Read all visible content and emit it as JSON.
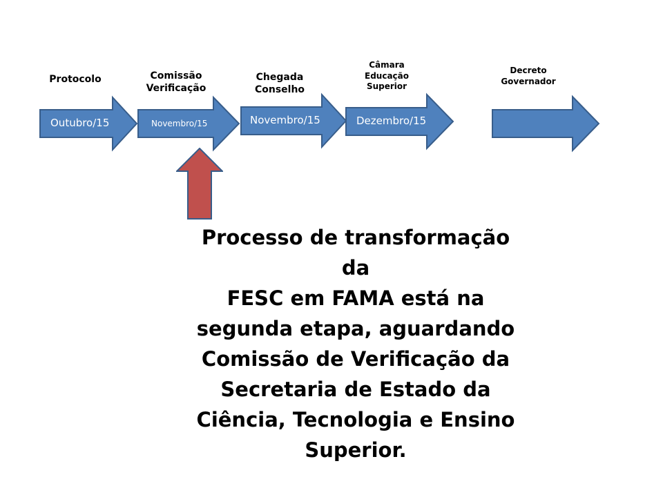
{
  "stages": [
    {
      "label": "Protocolo",
      "date": "Outubro/15"
    },
    {
      "label": "Comissão\nVerificação",
      "date": "Novembro/15"
    },
    {
      "label": "Chegada\nConselho",
      "date": "Novembro/15"
    },
    {
      "label": "Câmara\nEducação\nSuperior",
      "date": "Dezembro/15"
    },
    {
      "label": "Decreto\nGovernador",
      "date": ""
    }
  ],
  "caption": "Processo de transformação da\nFESC em FAMA está na\nsegunda etapa, aguardando\nComissão de Verificação da\nSecretaria de Estado da\nCiência, Tecnologia e Ensino\nSuperior.",
  "colors": {
    "arrow_fill": "#4f81bd",
    "arrow_stroke": "#385d8a",
    "pointer_fill": "#c0504d",
    "pointer_stroke": "#385d8a"
  }
}
